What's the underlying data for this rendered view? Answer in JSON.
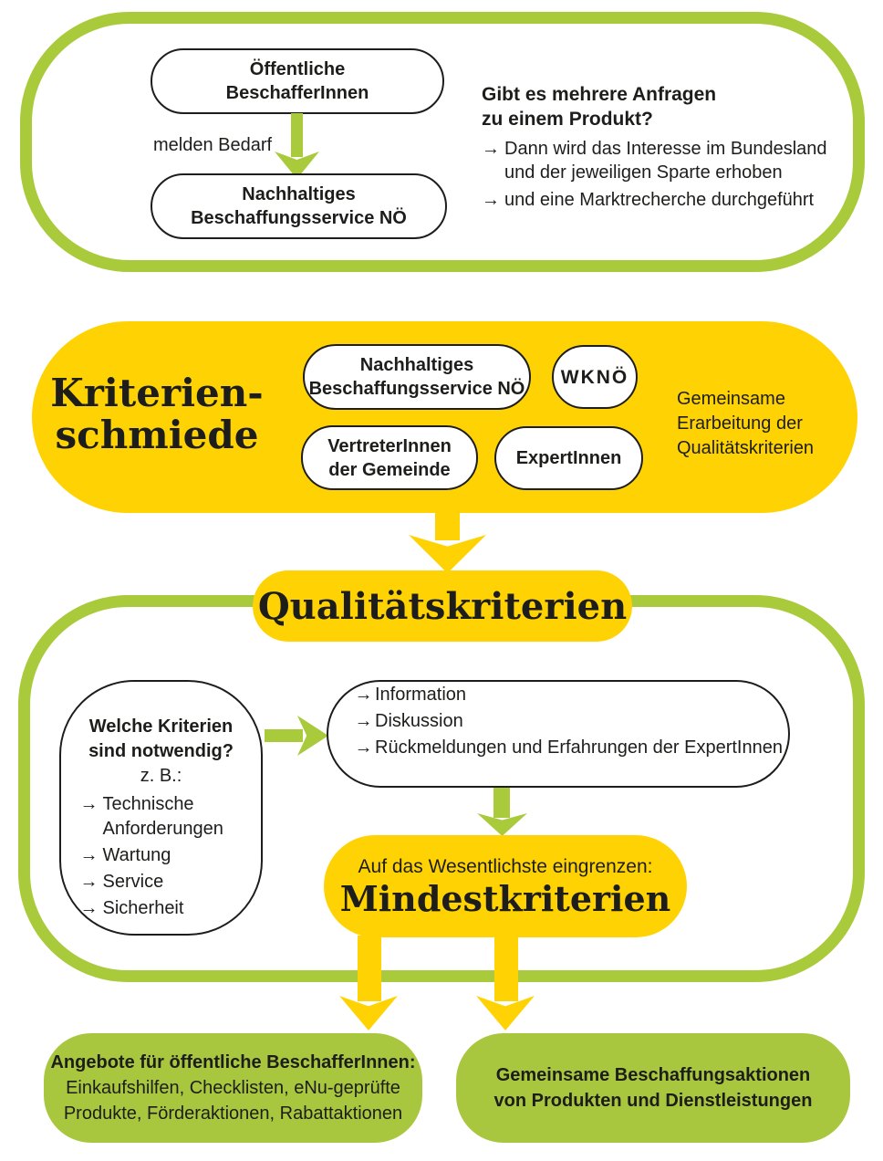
{
  "colors": {
    "border_green": "#a9ca3b",
    "box_green": "#a9c73e",
    "yellow": "#ffd303",
    "ink": "#1d1d1b",
    "white": "#ffffff"
  },
  "icons": {
    "bullet_arrow": "→"
  },
  "intake": {
    "requester": "Öffentliche\nBeschafferInnen",
    "arrow_label": "melden Bedarf",
    "service": "Nachhaltiges\nBeschaffungsservice NÖ",
    "question": "Gibt es mehrere Anfragen\nzu einem Produkt?",
    "bullets": [
      "Dann wird das Interesse im Bundesland\nund der jeweiligen Sparte erhoben",
      "und eine Marktrecherche durchgeführt"
    ]
  },
  "schmiede": {
    "title": "Kriterien-\nschmiede",
    "participants": [
      "Nachhaltiges\nBeschaffungsservice NÖ",
      "WKNÖ",
      "VertreterInnen\nder Gemeinde",
      "ExpertInnen"
    ],
    "note": "Gemeinsame\nErarbeitung der\nQualitätskriterien"
  },
  "quality": {
    "label": "Qualitätskriterien"
  },
  "criteria": {
    "question": "Welche Kriterien\nsind notwendig?",
    "example_label": "z. B.:",
    "bullets": [
      "Technische\nAnforderungen",
      "Wartung",
      "Service",
      "Sicherheit"
    ],
    "process_bullets": [
      "Information",
      "Diskussion",
      "Rückmeldungen und Erfahrungen der ExpertInnen"
    ],
    "narrow_label": "Auf das Wesentlichste eingrenzen:",
    "min_label": "Mindestkriterien"
  },
  "outcomes": {
    "left_title": "Angebote für öffentliche BeschafferInnen:",
    "left_body": "Einkaufshilfen, Checklisten, eNu-geprüfte\nProdukte, Förderaktionen, Rabattaktionen",
    "right": "Gemeinsame Beschaffungsaktionen\nvon Produkten und Dienstleistungen"
  }
}
